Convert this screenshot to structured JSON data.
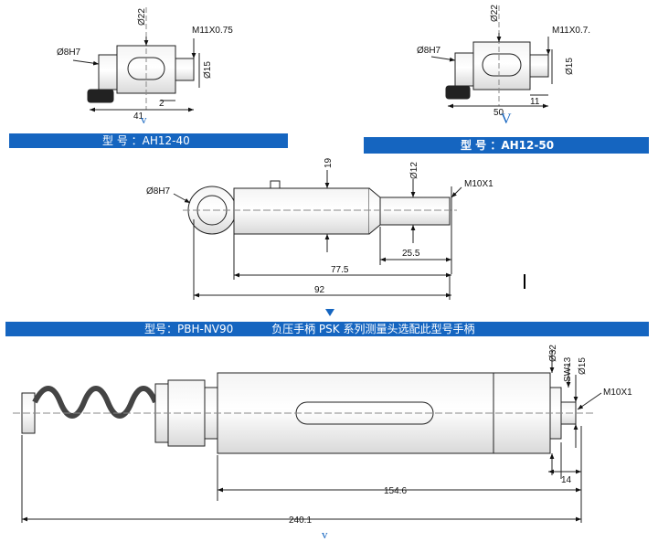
{
  "drawing1": {
    "bore": "Ø8H7",
    "dia_top": "Ø22",
    "thread": "M11X0.75",
    "dia_side": "Ø15",
    "dim_small": "2",
    "length": "41",
    "marker": "v"
  },
  "drawing2": {
    "bore": "Ø8H7",
    "dia_top": "Ø22",
    "thread": "M11X0.7.",
    "dia_side": "Ø15",
    "dim_small": "11",
    "length": "50",
    "marker": "V"
  },
  "label_ah12_40": "型 号 ：AH12-40",
  "label_ah12_50": "型  号 ：AH12-50",
  "drawing3": {
    "bore": "Ø8H7",
    "dim_19": "19",
    "dia_12": "Ø12",
    "thread": "M10X1",
    "dim_25_5": "25.5",
    "dim_77_5": "77.5",
    "dim_92": "92"
  },
  "label_pbh": {
    "model": "型号：PBH-NV90",
    "desc": "负压手柄  PSK 系列测量头选配此型号手柄"
  },
  "drawing4": {
    "dia_32": "Ø32",
    "sw": "SW13",
    "dia_15": "Ø15",
    "thread": "M10X1",
    "dim_14": "14",
    "dim_154_6": "154.6",
    "dim_240_1": "240.1",
    "marker": "v"
  }
}
